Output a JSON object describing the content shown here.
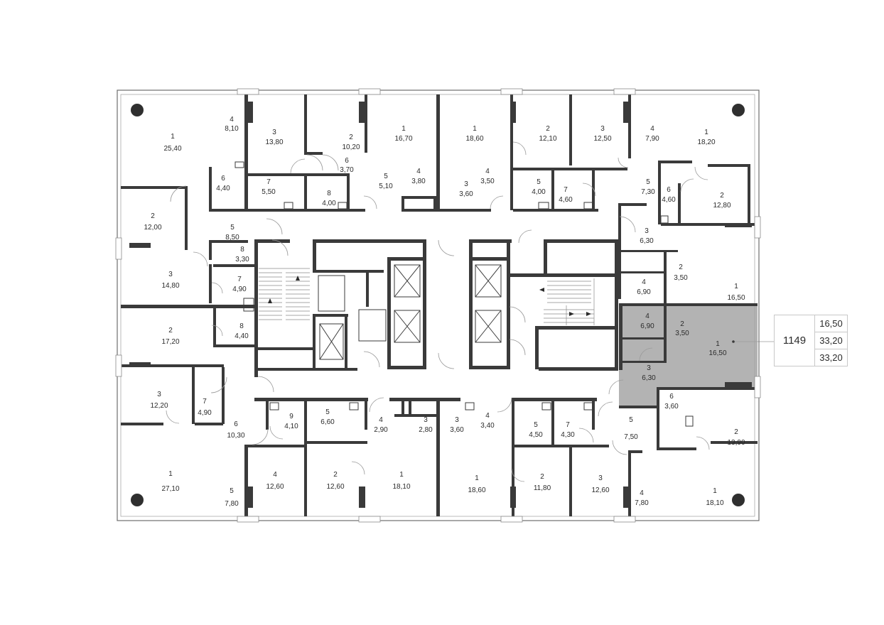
{
  "plan": {
    "highlight_color": "#b3b3b3",
    "rooms": [
      {
        "n": "1",
        "a": "25,40"
      },
      {
        "n": "4",
        "a": "8,10"
      },
      {
        "n": "3",
        "a": "13,80"
      },
      {
        "n": "2",
        "a": "10,20"
      },
      {
        "n": "6",
        "a": "3,70"
      },
      {
        "n": "1",
        "a": "16,70"
      },
      {
        "n": "1",
        "a": "18,60"
      },
      {
        "n": "2",
        "a": "12,10"
      },
      {
        "n": "3",
        "a": "12,50"
      },
      {
        "n": "4",
        "a": "7,90"
      },
      {
        "n": "1",
        "a": "18,20"
      },
      {
        "n": "6",
        "a": "4,40"
      },
      {
        "n": "7",
        "a": "5,50"
      },
      {
        "n": "8",
        "a": "4,00"
      },
      {
        "n": "5",
        "a": "5,10"
      },
      {
        "n": "4",
        "a": "3,80"
      },
      {
        "n": "3",
        "a": "3,60"
      },
      {
        "n": "4",
        "a": "3,50"
      },
      {
        "n": "5",
        "a": "4,00"
      },
      {
        "n": "7",
        "a": "4,60"
      },
      {
        "n": "5",
        "a": "7,30"
      },
      {
        "n": "6",
        "a": "4,60"
      },
      {
        "n": "2",
        "a": "12,80"
      },
      {
        "n": "2",
        "a": "12,00"
      },
      {
        "n": "5",
        "a": "8,50"
      },
      {
        "n": "8",
        "a": "3,30"
      },
      {
        "n": "3",
        "a": "6,30"
      },
      {
        "n": "3",
        "a": "14,80"
      },
      {
        "n": "7",
        "a": "4,90"
      },
      {
        "n": "2",
        "a": "3,50"
      },
      {
        "n": "4",
        "a": "6,90"
      },
      {
        "n": "1",
        "a": "16,50"
      },
      {
        "n": "2",
        "a": "17,20"
      },
      {
        "n": "8",
        "a": "4,40"
      },
      {
        "n": "4",
        "a": "6,90"
      },
      {
        "n": "2",
        "a": "3,50"
      },
      {
        "n": "1",
        "a": "16,50"
      },
      {
        "n": "3",
        "a": "6,30"
      },
      {
        "n": "3",
        "a": "12,20"
      },
      {
        "n": "7",
        "a": "4,90"
      },
      {
        "n": "6",
        "a": "10,30"
      },
      {
        "n": "9",
        "a": "4,10"
      },
      {
        "n": "5",
        "a": "6,60"
      },
      {
        "n": "4",
        "a": "2,90"
      },
      {
        "n": "3",
        "a": "2,80"
      },
      {
        "n": "3",
        "a": "3,60"
      },
      {
        "n": "4",
        "a": "3,40"
      },
      {
        "n": "5",
        "a": "4,50"
      },
      {
        "n": "7",
        "a": "4,30"
      },
      {
        "n": "5",
        "a": "7,50"
      },
      {
        "n": "6",
        "a": "3,60"
      },
      {
        "n": "2",
        "a": "13,90"
      },
      {
        "n": "1",
        "a": "27,10"
      },
      {
        "n": "5",
        "a": "7,80"
      },
      {
        "n": "4",
        "a": "12,60"
      },
      {
        "n": "2",
        "a": "12,60"
      },
      {
        "n": "1",
        "a": "18,10"
      },
      {
        "n": "1",
        "a": "18,60"
      },
      {
        "n": "2",
        "a": "11,80"
      },
      {
        "n": "3",
        "a": "12,60"
      },
      {
        "n": "4",
        "a": "7,80"
      },
      {
        "n": "1",
        "a": "18,10"
      }
    ]
  },
  "info": {
    "apartment_number": "1149",
    "living_area": "16,50",
    "total_area": "33,20",
    "area_with_balcony": "33,20"
  }
}
